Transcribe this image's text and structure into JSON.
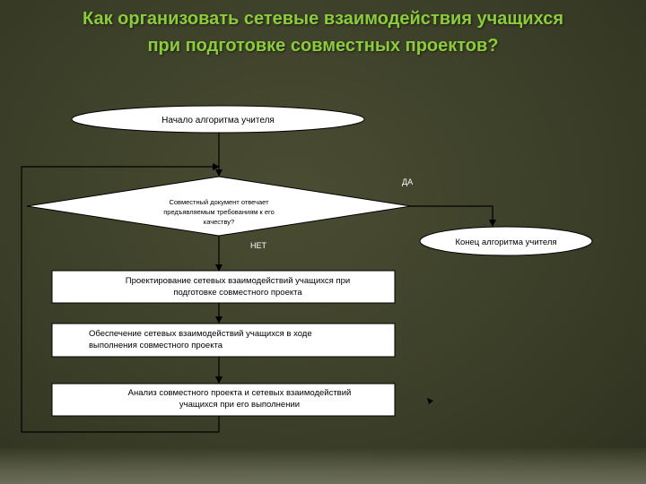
{
  "title": {
    "line1": "Как организовать сетевые взаимодействия учащихся",
    "line2": "при подготовке совместных проектов?"
  },
  "flowchart": {
    "start": "Начало  алгоритма учителя",
    "decision": {
      "line1": "Совместный документ отвечает",
      "line2": "предъявляемым требованиям к его",
      "line3": "качеству?"
    },
    "yes_label": "ДА",
    "no_label": "НЕТ",
    "end": "Конец алгоритма учителя",
    "step1": {
      "line1": "Проектирование сетевых взаимодействий учащихся при",
      "line2": "подготовке совместного проекта"
    },
    "step2": {
      "line1": "Обеспечение сетевых взаимодействий учащихся в ходе",
      "line2": "выполнения совместного проекта"
    },
    "step3": {
      "line1": "Анализ совместного проекта и сетевых взаимодействий",
      "line2": "учащихся при его выполнении"
    }
  },
  "colors": {
    "title": "#8ccb3c",
    "node_fill": "#ffffff",
    "connector": "#000000"
  }
}
